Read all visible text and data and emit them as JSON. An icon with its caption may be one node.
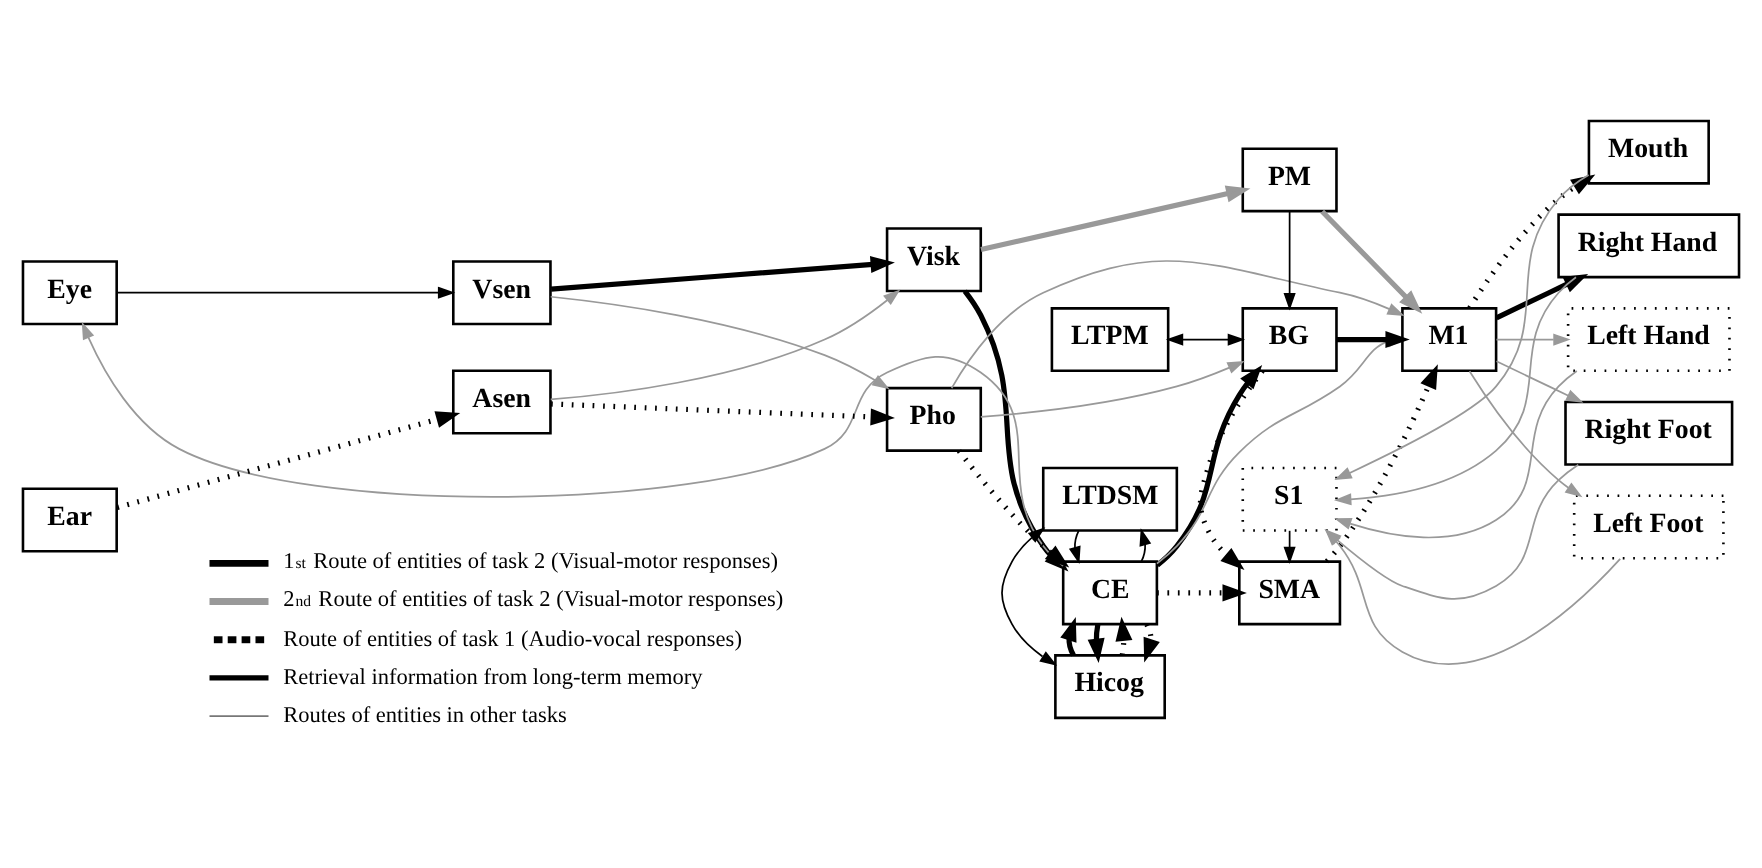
{
  "diagram": {
    "nodes": [
      {
        "text": [
          "Eye"
        ]
      },
      {
        "text": [
          "Vsen"
        ]
      },
      {
        "text": [
          "Visk"
        ]
      },
      {
        "text": [
          "CE"
        ]
      },
      {
        "text": [
          "Pho"
        ]
      },
      {
        "text": [
          "Hicog"
        ]
      },
      {
        "text": [
          "LTDSM"
        ]
      },
      {
        "text": [
          "Ear"
        ]
      },
      {
        "text": [
          "Asen"
        ]
      },
      {
        "text": [
          "PM"
        ]
      },
      {
        "text": [
          "LTPM"
        ]
      },
      {
        "text": [
          "BG"
        ]
      },
      {
        "text": [
          "SMA"
        ]
      },
      {
        "text": [
          "S1"
        ]
      },
      {
        "text": [
          "M1"
        ]
      },
      {
        "text": [
          "Mouth"
        ]
      },
      {
        "text": [
          "Right Hand"
        ]
      },
      {
        "text": [
          "Left Hand"
        ]
      },
      {
        "text": [
          "Right Foot"
        ]
      },
      {
        "text": [
          "Left Foot"
        ]
      }
    ],
    "edges": [
      {
        "from": 0,
        "to": 1,
        "arrow": "to"
      },
      {
        "from": 1,
        "to": 2,
        "arrow": "to",
        "style": "thick"
      },
      {
        "from": 1,
        "to": 4,
        "arrow": "to",
        "color": "#999999"
      },
      {
        "from": 7,
        "to": 8,
        "arrow": "to",
        "style": "dashed"
      },
      {
        "from": 8,
        "to": 4,
        "arrow": "to",
        "style": "dashed"
      },
      {
        "from": 8,
        "to": 2,
        "arrow": "to",
        "color": "#999999"
      },
      {
        "from": 2,
        "to": 3,
        "arrow": "to",
        "style": "thick"
      },
      {
        "from": 3,
        "to": 0,
        "arrow": "to",
        "color": "#999999"
      },
      {
        "from": 4,
        "to": 3,
        "arrow": "to",
        "style": "dashed"
      },
      {
        "from": 3,
        "to": 5,
        "arrow": "to",
        "style": "dashed"
      },
      {
        "from": 5,
        "to": 3,
        "arrow": "to",
        "style": "dashed"
      },
      {
        "from": 3,
        "to": 5,
        "arrow": "to",
        "style": "thick"
      },
      {
        "from": 5,
        "to": 3,
        "arrow": "to",
        "style": "thick"
      },
      {
        "from": 3,
        "to": 6,
        "arrow": "to"
      },
      {
        "from": 6,
        "to": 3,
        "arrow": "to"
      },
      {
        "from": 5,
        "to": 6,
        "arrow": "both"
      },
      {
        "from": 2,
        "to": 9,
        "arrow": "to",
        "style": "thick",
        "color": "#999999"
      },
      {
        "from": 9,
        "to": 14,
        "arrow": "to",
        "style": "thick",
        "color": "#999999"
      },
      {
        "from": 9,
        "to": 11,
        "arrow": "to"
      },
      {
        "from": 10,
        "to": 11,
        "arrow": "both"
      },
      {
        "from": 3,
        "to": 11,
        "arrow": "to",
        "style": "thick"
      },
      {
        "from": 4,
        "to": 11,
        "arrow": "to",
        "color": "#999999"
      },
      {
        "from": 3,
        "to": 14,
        "arrow": "to",
        "color": "#999999"
      },
      {
        "from": 11,
        "to": 14,
        "arrow": "to",
        "style": "thick"
      },
      {
        "from": 11,
        "to": 12,
        "arrow": "to",
        "style": "dashed"
      },
      {
        "from": 3,
        "to": 12,
        "arrow": "to",
        "style": "dashed"
      },
      {
        "from": 13,
        "to": 12,
        "arrow": "to"
      },
      {
        "from": 12,
        "to": 14,
        "arrow": "to",
        "style": "dashed"
      },
      {
        "from": 4,
        "to": 14,
        "arrow": "to",
        "color": "#999999"
      },
      {
        "from": 14,
        "to": 15,
        "arrow": "to",
        "style": "dashed"
      },
      {
        "from": 14,
        "to": 16,
        "arrow": "to",
        "style": "thick"
      },
      {
        "from": 14,
        "to": 17,
        "arrow": "to",
        "color": "#999999"
      },
      {
        "from": 14,
        "to": 18,
        "arrow": "to",
        "color": "#999999"
      },
      {
        "from": 14,
        "to": 19,
        "arrow": "to",
        "color": "#999999"
      },
      {
        "from": 15,
        "to": 13,
        "arrow": "to",
        "color": "#999999"
      },
      {
        "from": 16,
        "to": 13,
        "arrow": "to",
        "color": "#999999"
      },
      {
        "from": 17,
        "to": 13,
        "arrow": "to",
        "color": "#999999"
      },
      {
        "from": 18,
        "to": 13,
        "arrow": "to",
        "color": "#999999"
      },
      {
        "from": 19,
        "to": 13,
        "arrow": "to",
        "color": "#999999"
      }
    ],
    "legend": [
      {
        "text": "1$^{st}$ Route of entities of task 2 (Visual-motor responses)"
      },
      {
        "text": "2$^{nd}$ Route of entities of task 2 (Visual-motor responses)"
      },
      {
        "text": "Route of entities of task 1 (Audio-vocal responses)"
      },
      {
        "text": "Retrieval information from long-term memory"
      },
      {
        "text": "Routes of entities in other tasks"
      }
    ]
  }
}
